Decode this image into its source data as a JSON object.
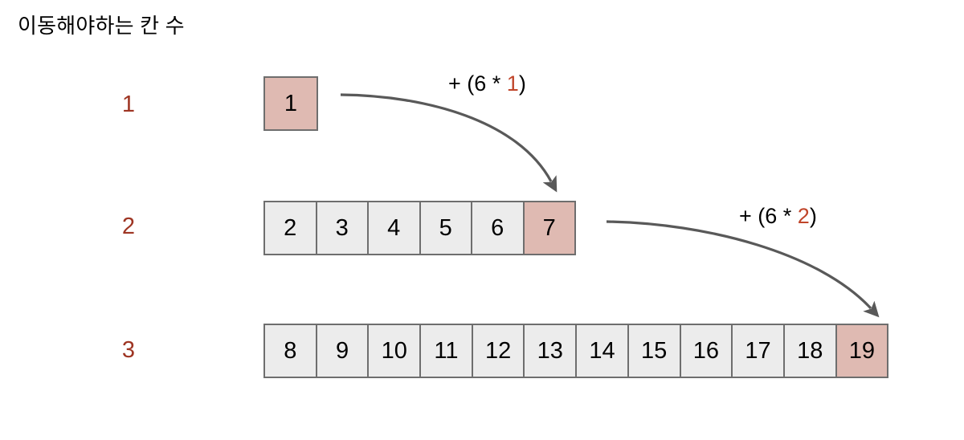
{
  "title": "이동해야하는 칸 수",
  "colors": {
    "highlight_fill": "#DFBAB2",
    "cell_fill": "#ECECEC",
    "cell_border": "#6E6E6E",
    "row_label": "#9E3523",
    "accent_number": "#C0452A",
    "arrow": "#595959",
    "text": "#000000",
    "background": "#FFFFFF"
  },
  "rows": [
    {
      "label": "1",
      "cells": [
        "1"
      ],
      "highlight_index": 0
    },
    {
      "label": "2",
      "cells": [
        "2",
        "3",
        "4",
        "5",
        "6",
        "7"
      ],
      "highlight_index": 5
    },
    {
      "label": "3",
      "cells": [
        "8",
        "9",
        "10",
        "11",
        "12",
        "13",
        "14",
        "15",
        "16",
        "17",
        "18",
        "19"
      ],
      "highlight_index": 11
    }
  ],
  "arrows": [
    {
      "name": "arrow-row1-to-row2",
      "caption_prefix": "+ (6 * ",
      "caption_multiplier": "1",
      "caption_suffix": ")",
      "from": "1",
      "to": "7"
    },
    {
      "name": "arrow-row2-to-row3",
      "caption_prefix": "+ (6 * ",
      "caption_multiplier": "2",
      "caption_suffix": ")",
      "from": "7",
      "to": "19"
    }
  ]
}
